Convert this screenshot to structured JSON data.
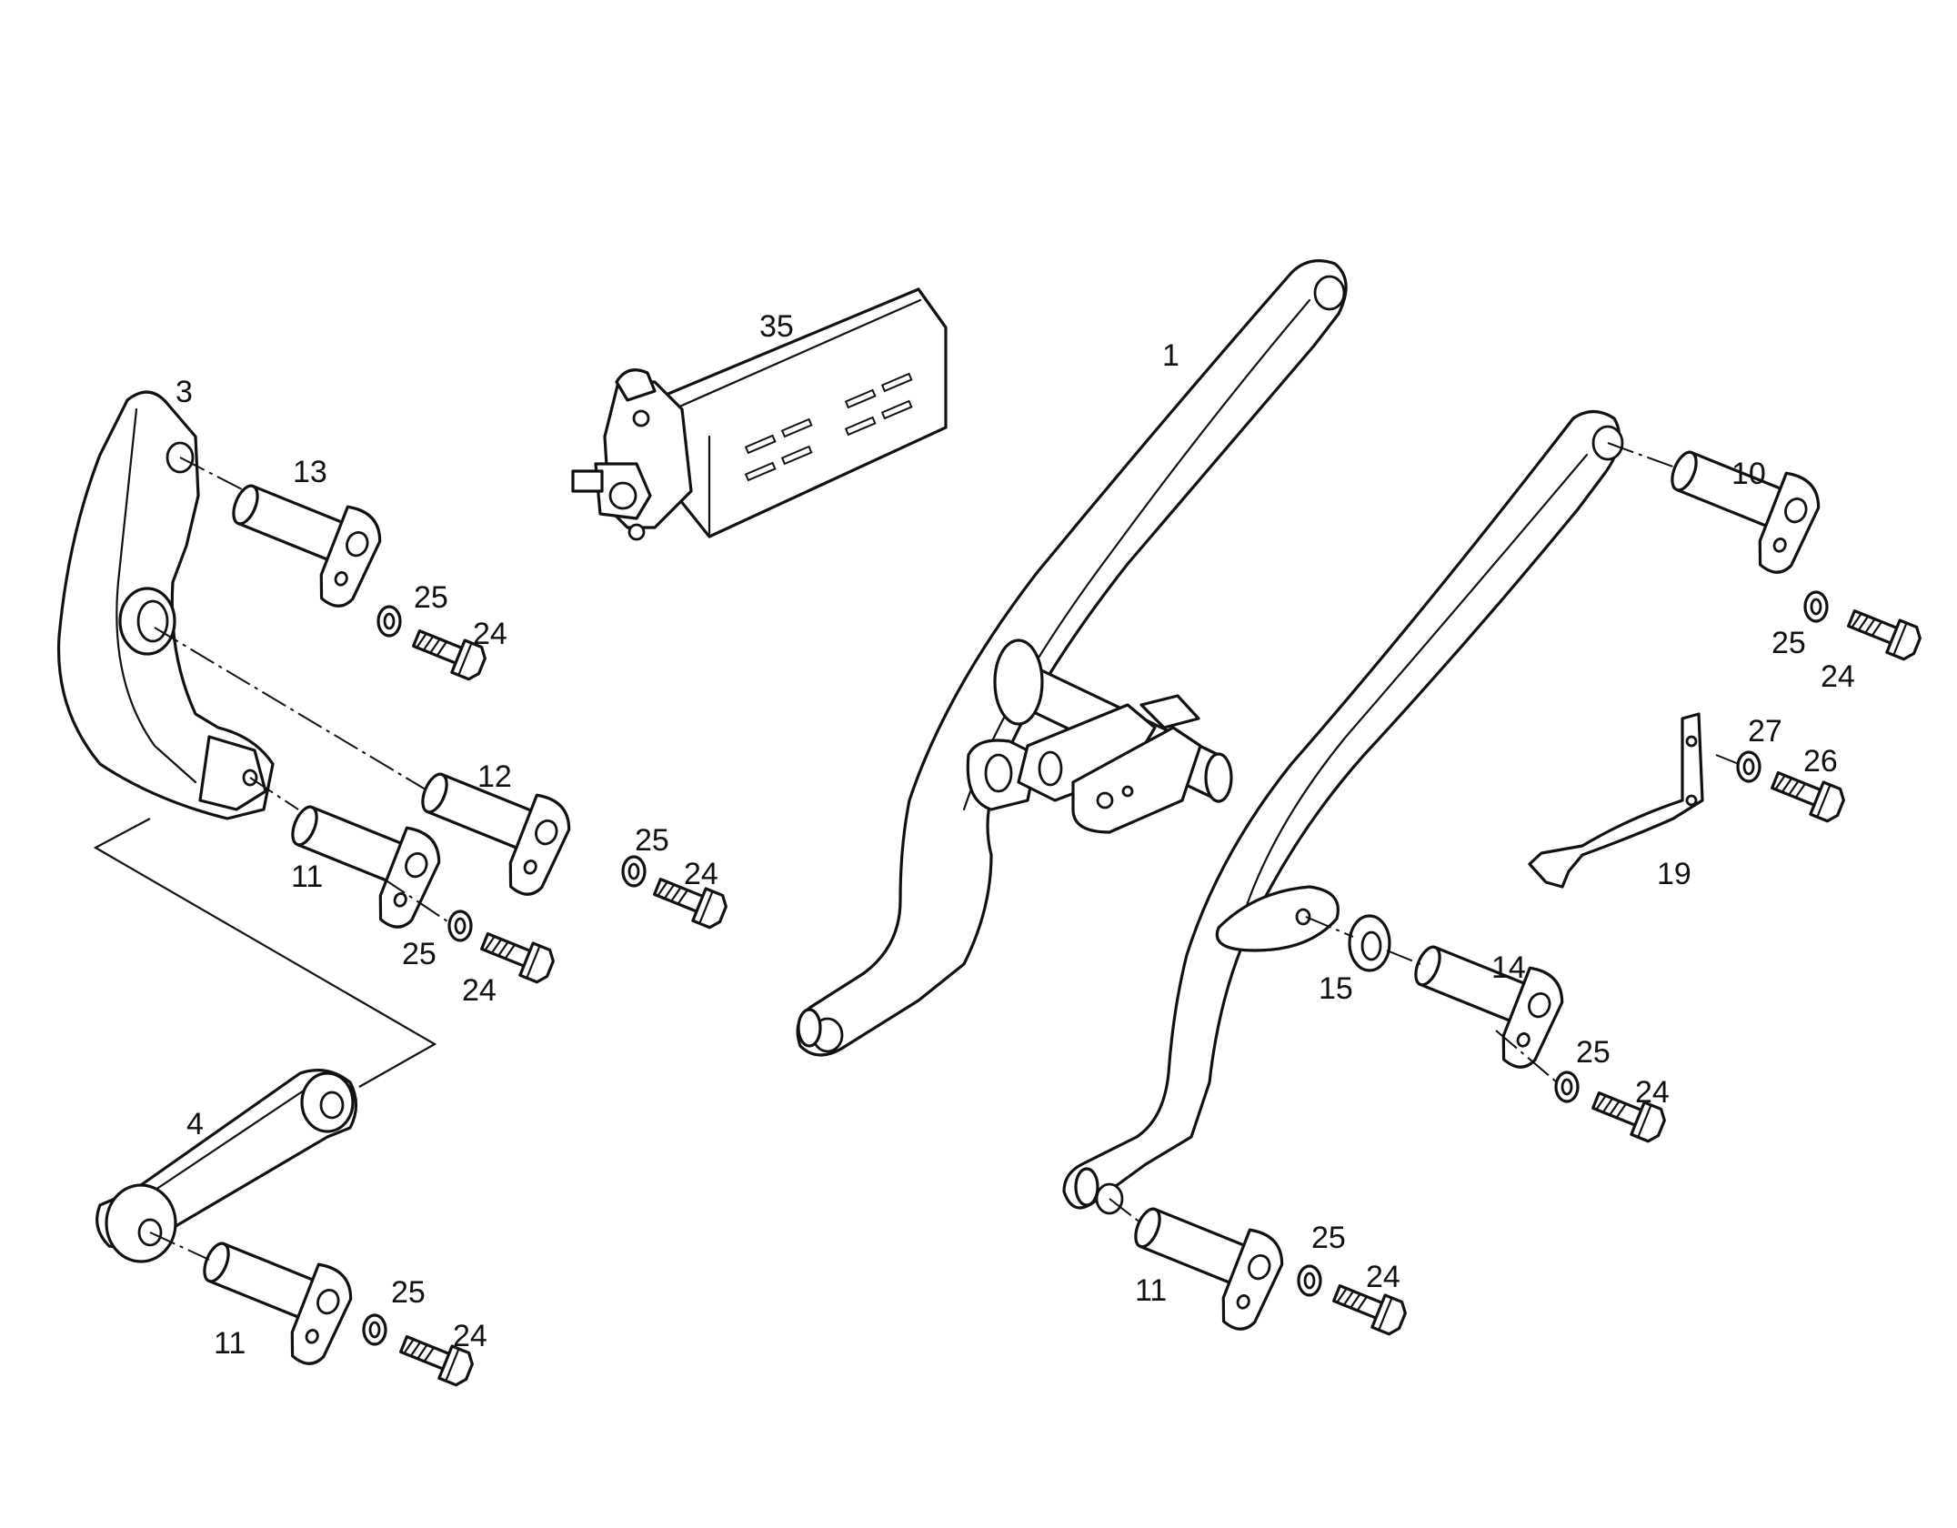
{
  "labels": {
    "l1": "1",
    "l3": "3",
    "l4": "4",
    "l10": "10",
    "l11a": "11",
    "l11b": "11",
    "l11c": "11",
    "l12": "12",
    "l13": "13",
    "l14": "14",
    "l15": "15",
    "l19": "19",
    "l24a": "24",
    "l24b": "24",
    "l24c": "24",
    "l24d": "24",
    "l24e": "24",
    "l24f": "24",
    "l24g": "24",
    "l25a": "25",
    "l25b": "25",
    "l25c": "25",
    "l25d": "25",
    "l25e": "25",
    "l25f": "25",
    "l25g": "25",
    "l26": "26",
    "l27": "27",
    "l35": "35"
  }
}
